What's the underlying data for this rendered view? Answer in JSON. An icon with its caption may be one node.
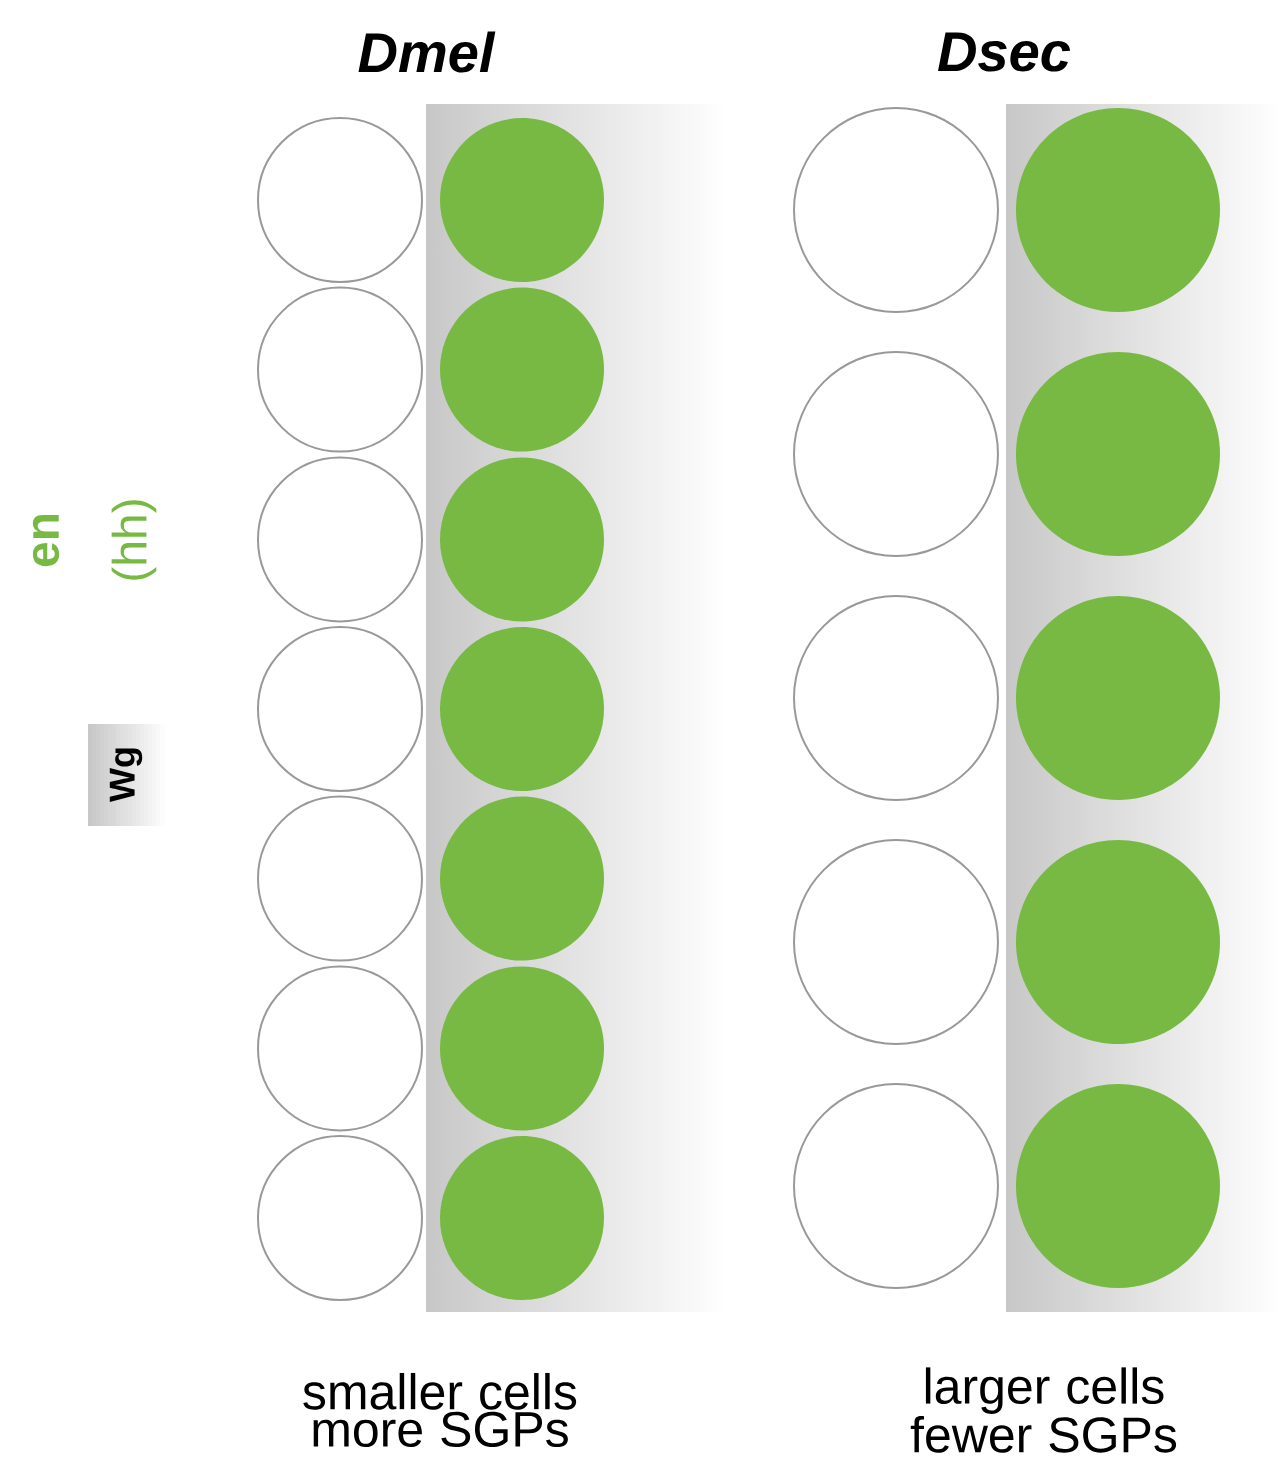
{
  "diagram": {
    "labels": [
      "Dmel",
      "Dsec",
      "en",
      "(hh)",
      "Wg",
      "smaller cells more SGPs",
      "larger cells fewer SGPs"
    ]
  }
}
